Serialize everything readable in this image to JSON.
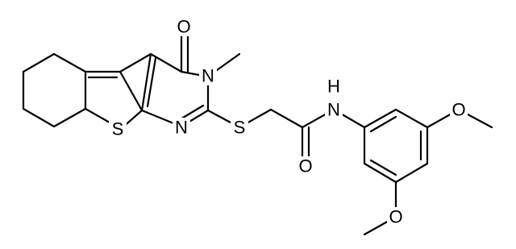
{
  "molecule": {
    "atoms": [
      {
        "id": "o_carbonyl",
        "label": "O"
      },
      {
        "id": "n_pyrimidine",
        "label": "N"
      },
      {
        "id": "n_ring",
        "label": "N"
      },
      {
        "id": "s_thiophene",
        "label": "S"
      },
      {
        "id": "s_thioether",
        "label": "S"
      },
      {
        "id": "o_amide",
        "label": "O"
      },
      {
        "id": "n_amide",
        "label": "N"
      },
      {
        "id": "h_amide",
        "label": "H"
      },
      {
        "id": "o_methoxy_top",
        "label": "O"
      },
      {
        "id": "o_methoxy_bottom",
        "label": "O"
      }
    ]
  }
}
